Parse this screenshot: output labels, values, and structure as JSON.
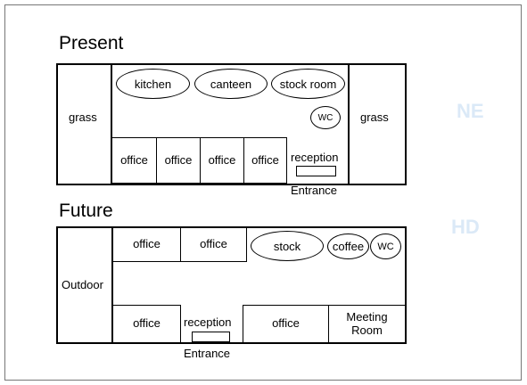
{
  "present": {
    "title": "Present",
    "grass_left": "grass",
    "grass_right": "grass",
    "rooms": {
      "kitchen": "kitchen",
      "canteen": "canteen",
      "stock_room": "stock room",
      "wc": "WC"
    },
    "offices": [
      "office",
      "office",
      "office",
      "office"
    ],
    "reception": "reception",
    "entrance": "Entrance"
  },
  "future": {
    "title": "Future",
    "outdoor": "Outdoor",
    "offices_top": [
      "office",
      "office"
    ],
    "stock": "stock",
    "coffee": "coffee",
    "wc": "WC",
    "office_bottom_left": "office",
    "reception": "reception",
    "office_bottom_right": "office",
    "meeting_room": "Meeting\nRoom",
    "entrance": "Entrance"
  }
}
